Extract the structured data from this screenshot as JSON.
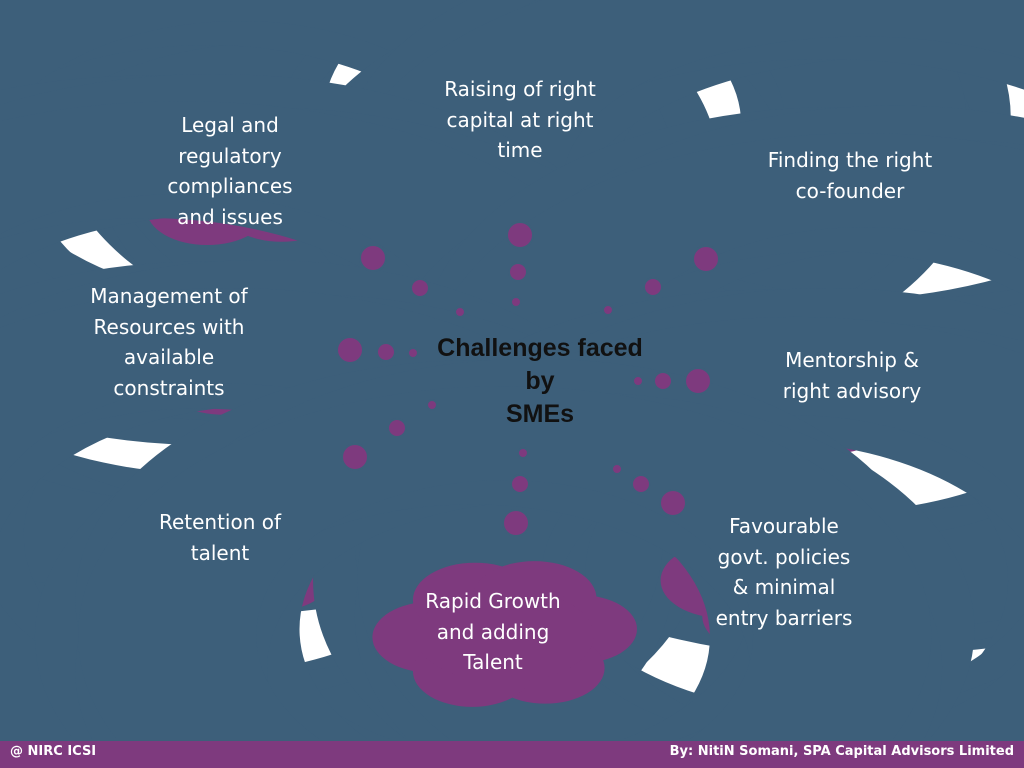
{
  "center_title": [
    "Challenges faced",
    "by",
    "SMEs"
  ],
  "clouds": [
    {
      "lines": [
        "Raising of right",
        "capital at right",
        "time"
      ]
    },
    {
      "lines": [
        "Legal and",
        "regulatory",
        "compliances",
        "and issues"
      ]
    },
    {
      "lines": [
        "Finding the right",
        "co-founder"
      ]
    },
    {
      "lines": [
        "Management of",
        "Resources with",
        "available",
        "constraints"
      ]
    },
    {
      "lines": [
        "Mentorship &",
        "right advisory"
      ]
    },
    {
      "lines": [
        "Retention of",
        "talent"
      ]
    },
    {
      "lines": [
        "Favourable",
        "govt. policies",
        "& minimal",
        "entry barriers"
      ]
    },
    {
      "lines": [
        "Rapid Growth",
        "and adding",
        "Talent"
      ]
    }
  ],
  "footer": {
    "left": "@ NIRC ICSI",
    "right": "By: NitiN Somani, SPA Capital Advisors Limited"
  },
  "colors": {
    "cloud_fill": "#7e3a7e",
    "cloud_stroke": "#3d5f7a",
    "bar": "#7e3a7e"
  }
}
